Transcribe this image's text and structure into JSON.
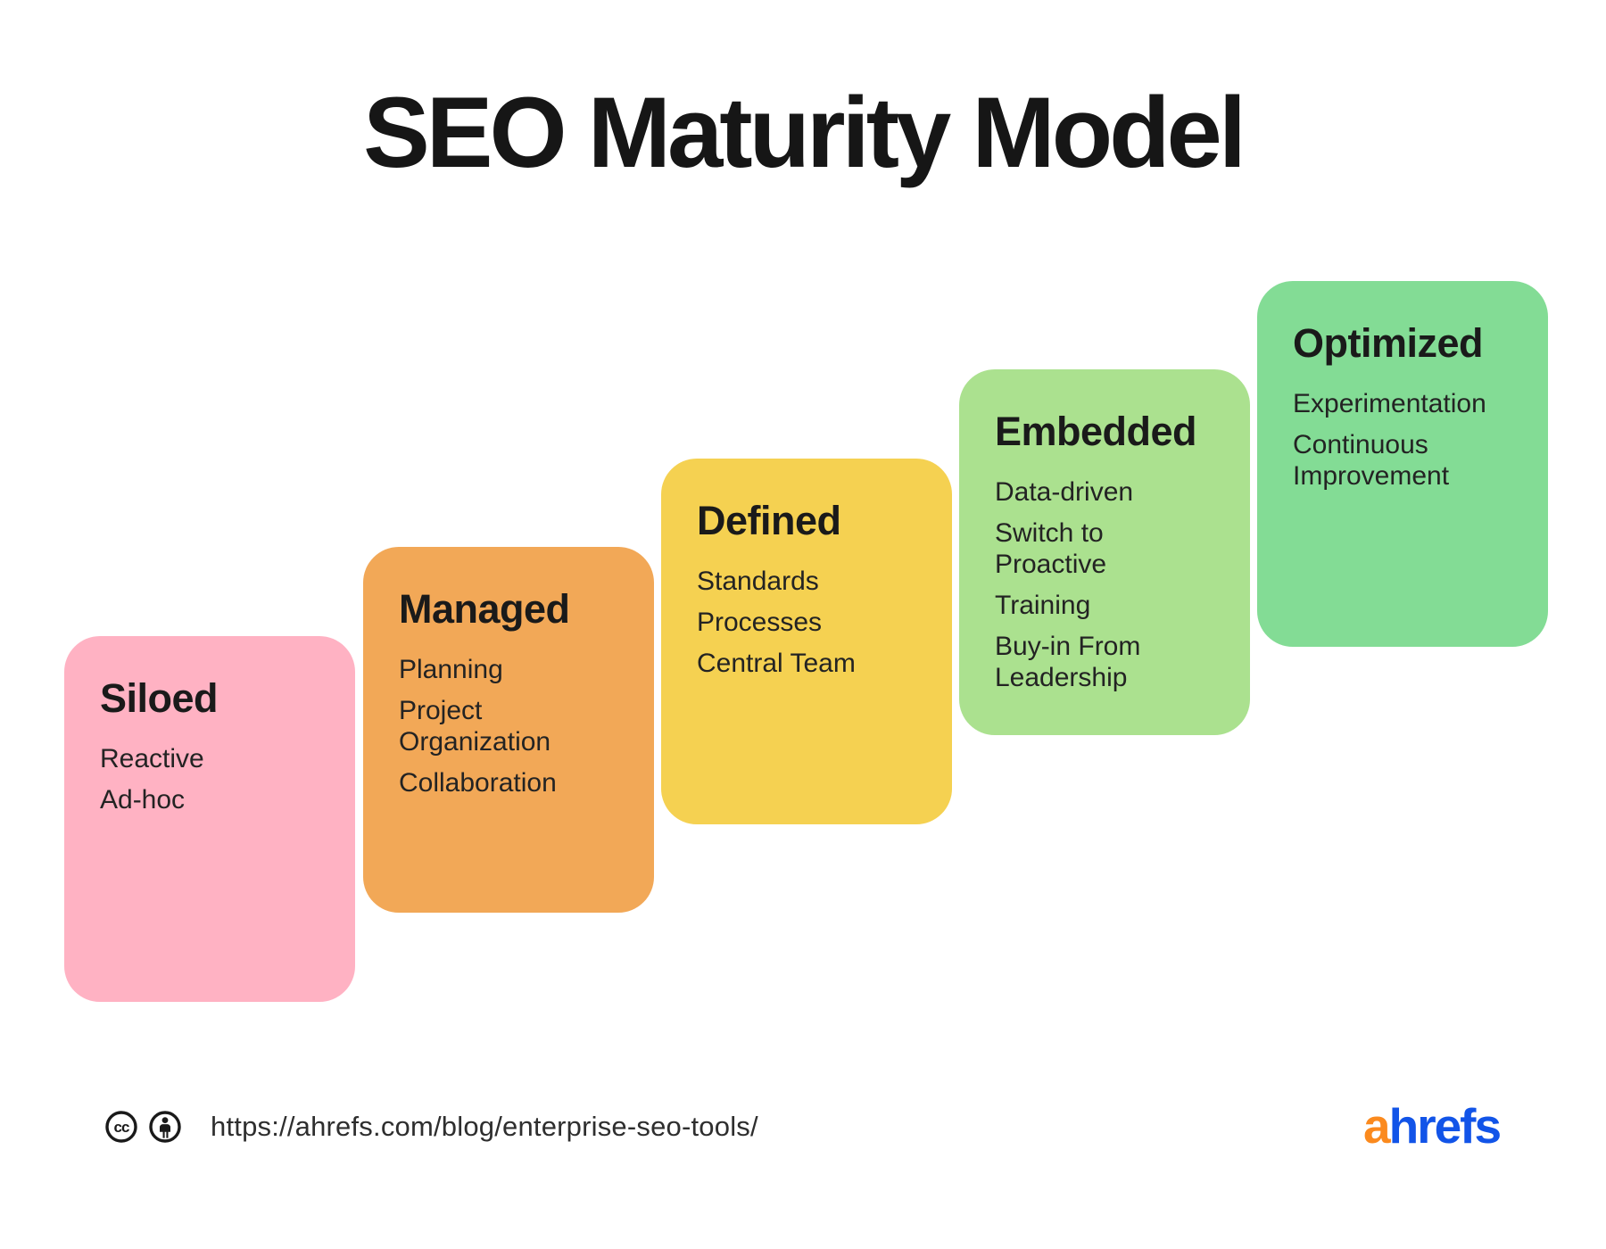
{
  "title": "SEO Maturity Model",
  "stages": [
    {
      "name": "Siloed",
      "color": "#FFB2C3",
      "items": [
        "Reactive",
        "Ad-hoc"
      ]
    },
    {
      "name": "Managed",
      "color": "#F2A857",
      "items": [
        "Planning",
        "Project Organization",
        "Collaboration"
      ]
    },
    {
      "name": "Defined",
      "color": "#F5D151",
      "items": [
        "Standards",
        "Processes",
        "Central Team"
      ]
    },
    {
      "name": "Embedded",
      "color": "#ABE18F",
      "items": [
        "Data-driven",
        "Switch to Proactive",
        "Training",
        "Buy-in From Leadership"
      ]
    },
    {
      "name": "Optimized",
      "color": "#83DC95",
      "items": [
        "Experimentation",
        "Continuous Improvement"
      ]
    }
  ],
  "footer": {
    "icons": [
      {
        "name": "cc-icon",
        "label": "Creative Commons"
      },
      {
        "name": "attribution-icon",
        "label": "Attribution"
      }
    ],
    "url": "https://ahrefs.com/blog/enterprise-seo-tools/",
    "logo": {
      "text_orange": "a",
      "text_blue": "hrefs",
      "orange": "#FB8A1E",
      "blue": "#1254E8"
    }
  },
  "colors": {
    "background": "#FFFFFF",
    "text": "#1C1C1C"
  }
}
